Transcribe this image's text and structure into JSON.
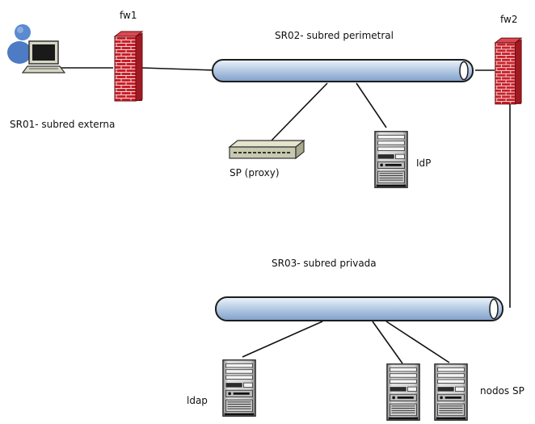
{
  "labels": {
    "fw1": "fw1",
    "fw2": "fw2",
    "subnet_perimeter": "SR02- subred perimetral",
    "subnet_external": "SR01- subred externa",
    "proxy": "SP (proxy)",
    "idp": "IdP",
    "subnet_private": "SR03- subred privada",
    "ldap": "ldap",
    "sp_nodes": "nodos SP"
  },
  "icons": {
    "user": "user-workstation-icon",
    "firewall": "firewall-brick-icon",
    "network": "network-bus-icon",
    "switch": "switch-icon",
    "server": "server-tower-icon"
  },
  "colors": {
    "pipe_fill": "#b9cde6",
    "pipe_edge": "#1d1d1d",
    "brick": "#c8202a",
    "mortar": "#f2e6e6",
    "server_body": "#d4d4d4",
    "switch_body": "#c9c9b0",
    "person": "#4d7bc4"
  }
}
